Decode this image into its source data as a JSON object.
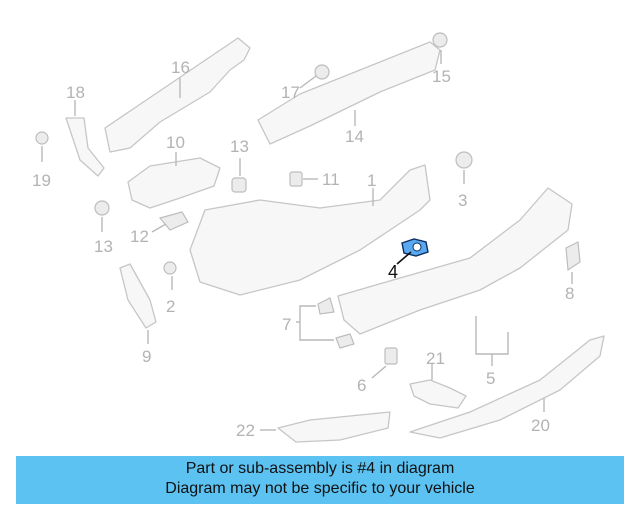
{
  "diagram": {
    "highlighted_part": "4",
    "callouts": {
      "c1": "1",
      "c2": "2",
      "c3": "3",
      "c4": "4",
      "c5": "5",
      "c6": "6",
      "c7": "7",
      "c8": "8",
      "c9": "9",
      "c10": "10",
      "c11": "11",
      "c12": "12",
      "c13a": "13",
      "c13b": "13",
      "c14": "14",
      "c15": "15",
      "c16": "16",
      "c17": "17",
      "c18": "18",
      "c19": "19",
      "c20": "20",
      "c21": "21",
      "c22": "22"
    },
    "colors": {
      "highlight": "#5aa9f0",
      "line": "#c6c6c6",
      "callout": "#b3b3b3"
    }
  },
  "banner": {
    "line1": "Part or sub-assembly is #4 in diagram",
    "line2": "Diagram may not be specific to your vehicle",
    "background": "#5bc2f2"
  }
}
